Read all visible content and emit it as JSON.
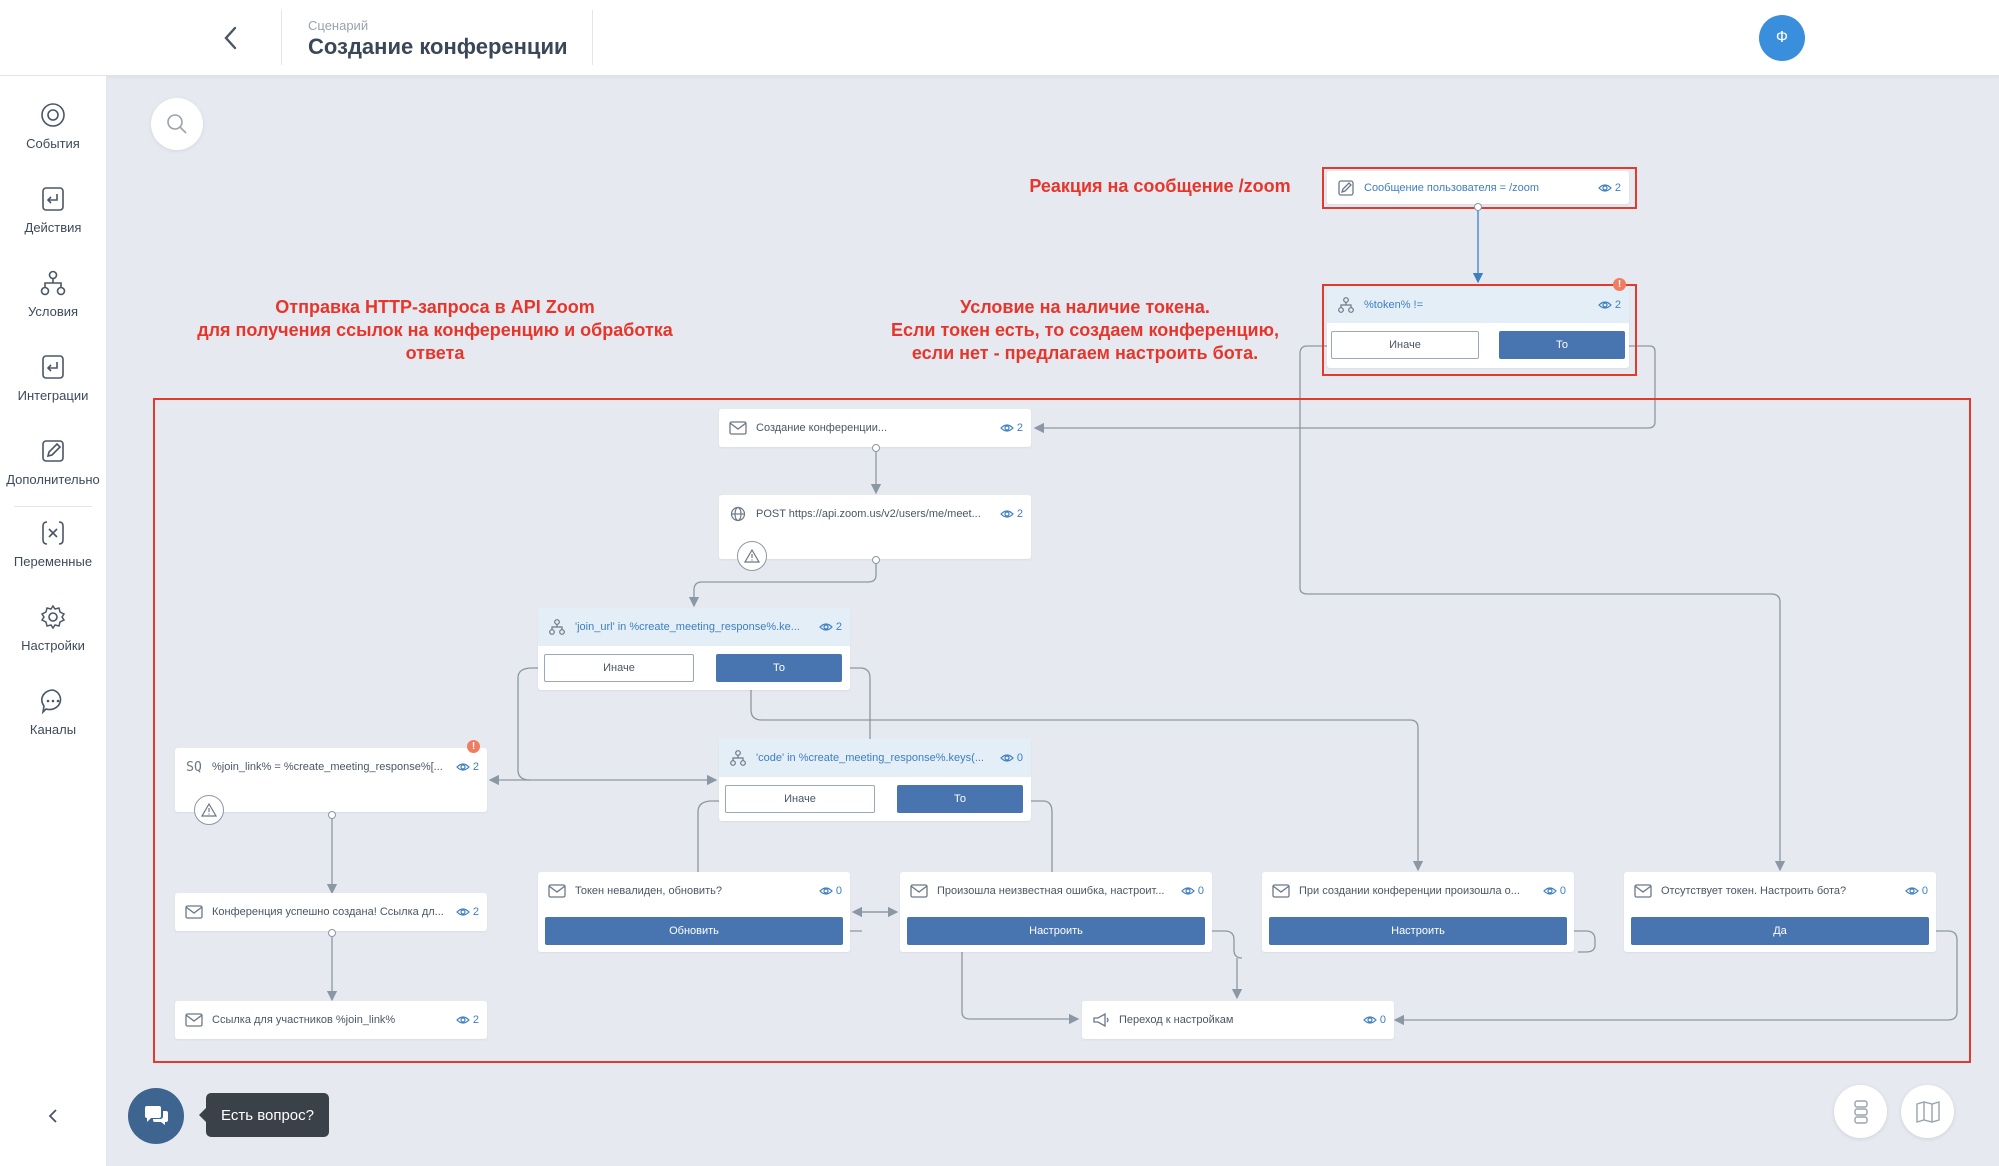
{
  "header": {
    "breadcrumb_label": "Сценарий",
    "title": "Создание конференции",
    "avatar_letter": "Ф"
  },
  "sidebar": {
    "items": [
      {
        "label": "События",
        "icon": "target-icon"
      },
      {
        "label": "Действия",
        "icon": "return-arrow-icon"
      },
      {
        "label": "Условия",
        "icon": "branch-icon"
      },
      {
        "label": "Интеграции",
        "icon": "return-arrow-icon"
      },
      {
        "label": "Дополнительно",
        "icon": "edit-icon"
      },
      {
        "label": "Переменные",
        "icon": "variable-icon"
      },
      {
        "label": "Настройки",
        "icon": "gear-icon"
      },
      {
        "label": "Каналы",
        "icon": "chat-bubble-icon"
      }
    ]
  },
  "annotations": {
    "zoom_reaction": "Реакция на сообщение /zoom",
    "http_request": [
      "Отправка HTTP-запроса в API Zoom",
      "для получения ссылок на конференцию и обработка",
      "ответа"
    ],
    "token_condition": [
      "Условие на наличие токена.",
      "Если токен есть, то создаем конференцию,",
      "если нет - предлагаем настроить бота."
    ]
  },
  "nodes": {
    "user_message": {
      "title": "Сообщение пользователя = /zoom",
      "count": "2"
    },
    "token_check": {
      "title": "%token% !=",
      "count": "2",
      "else": "Иначе",
      "then": "То",
      "alert": "!"
    },
    "create_conf": {
      "title": "Создание конференции...",
      "count": "2"
    },
    "post_request": {
      "title": "POST https://api.zoom.us/v2/users/me/meet...",
      "count": "2"
    },
    "join_url_check": {
      "title": "'join_url' in %create_meeting_response%.ke...",
      "count": "2",
      "else": "Иначе",
      "then": "То"
    },
    "code_check": {
      "title": "'code' in %create_meeting_response%.keys(...",
      "count": "0",
      "else": "Иначе",
      "then": "То"
    },
    "join_link_set": {
      "title": "%join_link% = %create_meeting_response%[...",
      "count": "2",
      "alert": "!"
    },
    "conf_success": {
      "title": "Конференция успешно создана! Ссылка дл...",
      "count": "2"
    },
    "participants_link": {
      "title": "Ссылка для участников %join_link%",
      "count": "2"
    },
    "token_invalid": {
      "title": "Токен невалиден, обновить?",
      "count": "0",
      "button": "Обновить"
    },
    "unknown_error": {
      "title": "Произошла неизвестная ошибка, настроит...",
      "count": "0",
      "button": "Настроить"
    },
    "conf_error": {
      "title": "При создании конференции произошла о...",
      "count": "0",
      "button": "Настроить"
    },
    "no_token": {
      "title": "Отсутствует токен. Настроить бота?",
      "count": "0",
      "button": "Да"
    },
    "goto_settings": {
      "title": "Переход к настройкам",
      "count": "0"
    }
  },
  "help": {
    "label": "Есть вопрос?"
  },
  "colors": {
    "accent": "#4875af",
    "annotation": "#e8352b",
    "canvas": "#e6eaf0"
  }
}
